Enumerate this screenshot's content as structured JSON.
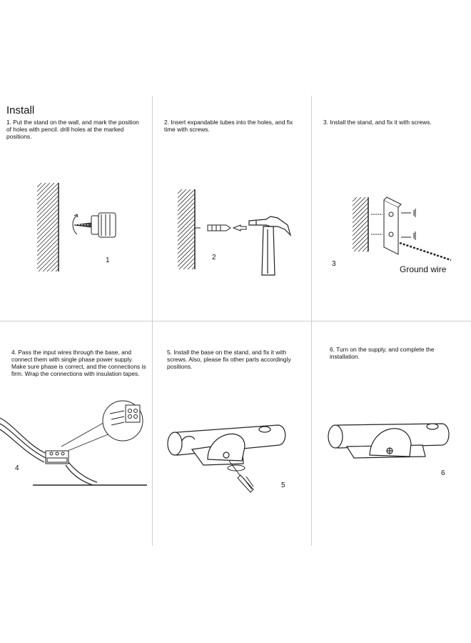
{
  "title": "Install",
  "steps": [
    {
      "text": "1. Put the stand on the wall, and mark the position of holes with pencil. drill holes at the marked positions.",
      "number": "1"
    },
    {
      "text": "2. Insert expandable tubes into the holes, and fix time with screws.",
      "number": "2"
    },
    {
      "text": "3. Install the stand, and fix it with screws.",
      "number": "3",
      "label": "Ground wire"
    },
    {
      "text": "4. Pass the input wires through the base, and connect them with single phase power supply. Make sure phase is correct, and the connections is firm. Wrap the connections with insulation tapes.",
      "number": "4"
    },
    {
      "text": "5. Install the base on the stand, and fix it with screws. Also, please fix other parts accordingly positions.",
      "number": "5"
    },
    {
      "text": "6. Turn on the supply, and complete the installation.",
      "number": "6"
    }
  ],
  "icons": [
    "wall-hatch-icon",
    "drill-icon",
    "expansion-tube-icon",
    "hammer-icon",
    "mounting-bracket-icon",
    "terminal-block-icon",
    "lamp-body-icon",
    "screwdriver-icon"
  ]
}
